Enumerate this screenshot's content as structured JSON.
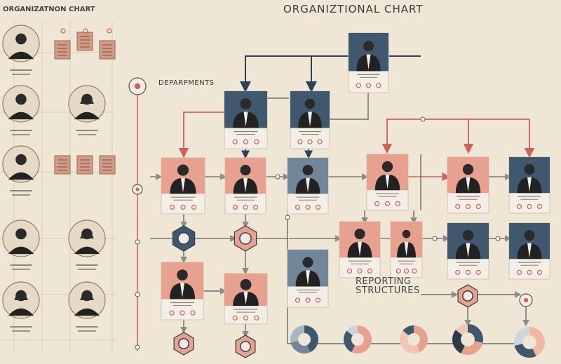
{
  "title": "ORGANIZTIONAL CHART",
  "sidebar_title": "ORGANIZATNON CHART",
  "labels": {
    "departments": "DEPARPMENTS",
    "reporting_line1": "REPORTING",
    "reporting_line2": "STRUCTURES"
  },
  "colors": {
    "background": "#efe6d6",
    "navy": "#3f586d",
    "slate": "#6f8798",
    "salmon": "#e8a08f",
    "connector_dark": "#2e4257",
    "connector_red": "#d2605a",
    "caption": "#f4efe6"
  },
  "icons": {
    "person": "person-silhouette-icon",
    "hexagon": "hexagon-node-icon",
    "donut": "donut-chart-icon",
    "compass": "compass-icon"
  }
}
